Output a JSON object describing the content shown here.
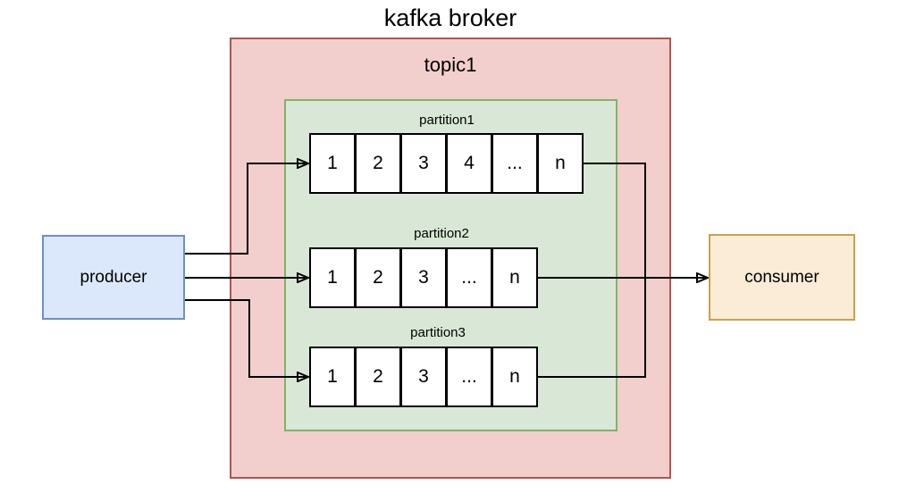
{
  "title": "kafka broker",
  "broker": {
    "topic": {
      "label": "topic1",
      "partitions": [
        {
          "label": "partition1",
          "cells": [
            "1",
            "2",
            "3",
            "4",
            "...",
            "n"
          ]
        },
        {
          "label": "partition2",
          "cells": [
            "1",
            "2",
            "3",
            "...",
            "n"
          ]
        },
        {
          "label": "partition3",
          "cells": [
            "1",
            "2",
            "3",
            "...",
            "n"
          ]
        }
      ]
    }
  },
  "producer": {
    "label": "producer"
  },
  "consumer": {
    "label": "consumer"
  },
  "colors": {
    "broker_fill": "#f2cfcd",
    "broker_border": "#af5450",
    "topic_fill": "#d9e8d6",
    "topic_border": "#82b366",
    "producer_fill": "#dbe8fb",
    "producer_border": "#6f8fc5",
    "consumer_fill": "#fbecd8",
    "consumer_border": "#c9a14b",
    "arrow": "#000000"
  }
}
